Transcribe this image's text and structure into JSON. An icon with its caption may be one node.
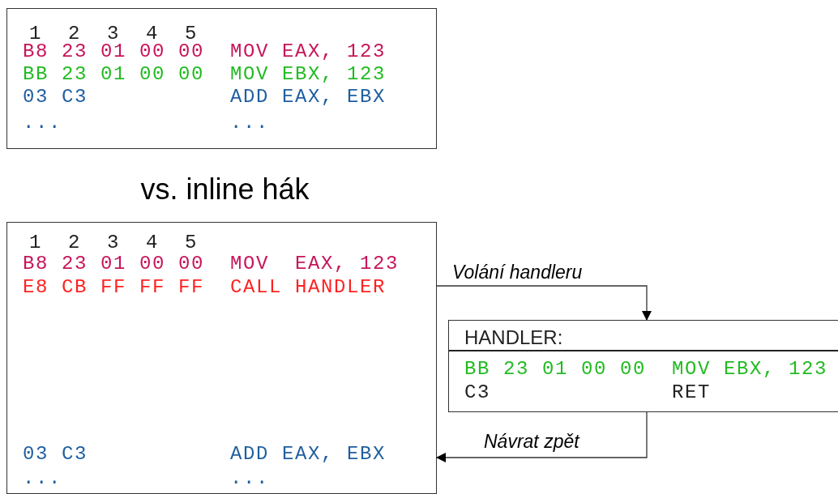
{
  "diagram": {
    "nodes": [
      {
        "text": [
          "1 2 3 4 5",
          "B8 23 01 00 00",
          "MOV EAX, 123",
          "BB 23 01 00 00",
          "MOV EBX, 123",
          "03 C3",
          "ADD EAX, EBX",
          "...",
          "..."
        ]
      },
      {
        "text": [
          "1 2 3 4 5",
          "B8 23 01 00 00",
          "MOV  EAX, 123",
          "E8 CB FF FF FF",
          "CALL HANDLER",
          "03 C3",
          "ADD EAX, EBX",
          "...",
          "..."
        ]
      },
      {
        "text": [
          "HANDLER:",
          "BB 23 01 00 00",
          "MOV EBX, 123",
          "C3",
          "RET"
        ]
      }
    ],
    "edges": [
      {
        "from": 1,
        "to": 2,
        "arrow": "to",
        "label": "Volání handleru"
      },
      {
        "from": 2,
        "to": 1,
        "arrow": "to",
        "label": "Návrat zpět"
      }
    ],
    "labels": [
      "vs. inline hák"
    ]
  }
}
